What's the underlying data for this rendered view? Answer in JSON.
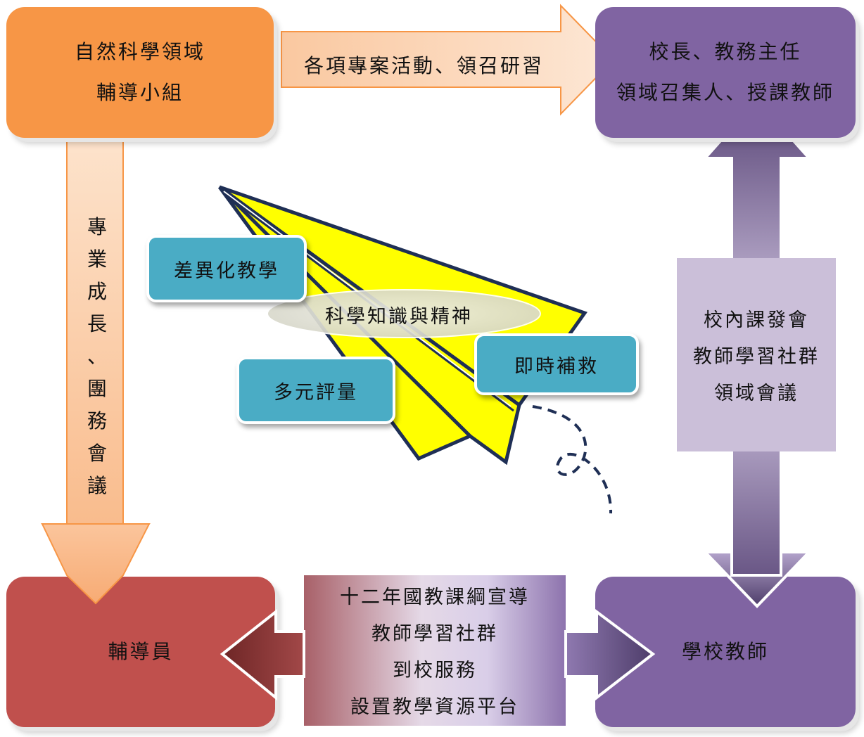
{
  "nodes": {
    "advisory_group": {
      "lines": [
        "自然科學領域",
        "輔導小組"
      ]
    },
    "school_leaders": {
      "lines": [
        "校長、教務主任",
        "領域召集人、授課教師"
      ]
    },
    "counselor": {
      "lines": [
        "輔導員"
      ]
    },
    "school_teachers": {
      "lines": [
        "學校教師"
      ]
    }
  },
  "edges": {
    "top": {
      "label": "各項專案活動、領召研習"
    },
    "left": {
      "chars": [
        "專",
        "業",
        "成",
        "長",
        "、",
        "團",
        "務",
        "會",
        "議"
      ]
    },
    "right": {
      "lines": [
        "校內課發會",
        "教師學習社群",
        "領域會議"
      ]
    },
    "bottom": {
      "lines": [
        "十二年國教課綱宣導",
        "教師學習社群",
        "到校服務",
        "設置教學資源平台"
      ]
    }
  },
  "center": {
    "core": "科學知識與精神",
    "pills": [
      "差異化教學",
      "多元評量",
      "即時補救"
    ]
  },
  "colors": {
    "orange": "#f79646",
    "purple": "#8064a2",
    "red": "#c0504d",
    "teal": "#4aacc5",
    "yellow": "#ffff00",
    "navy": "#1f2f55"
  }
}
